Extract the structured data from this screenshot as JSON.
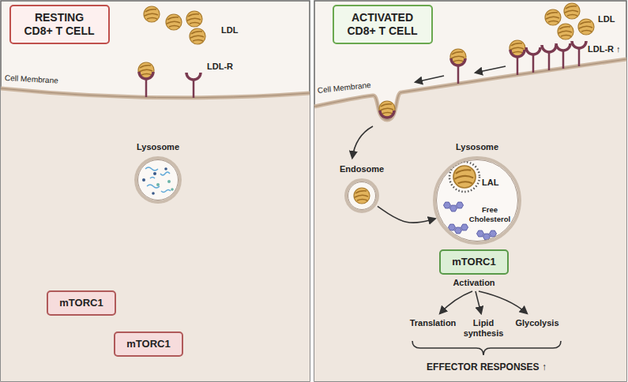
{
  "diagram": {
    "nodes": [
      {
        "text": [
          "RESTING CD8+ T CELL"
        ]
      },
      {
        "text": [
          "Lysosome"
        ]
      },
      {
        "text": [
          "mTORC1"
        ]
      },
      {
        "text": [
          "mTORC1"
        ]
      },
      {
        "text": [
          "ACTIVATED CD8+ T CELL"
        ]
      },
      {
        "text": [
          "Endosome"
        ]
      },
      {
        "text": [
          "Lysosome",
          "LAL",
          "Free Cholesterol"
        ]
      },
      {
        "text": [
          "mTORC1"
        ]
      }
    ],
    "edges": [
      {
        "from": 5,
        "to": 6,
        "arrow": "to"
      }
    ],
    "labels": [
      "LDL",
      "LDL-R",
      "Cell Membrane",
      "LDL",
      "LDL-R ↑",
      "Cell Membrane",
      "Activation",
      "Translation",
      "Lipid synthesis",
      "Glycolysis",
      "EFFECTOR RESPONSES ↑"
    ]
  }
}
